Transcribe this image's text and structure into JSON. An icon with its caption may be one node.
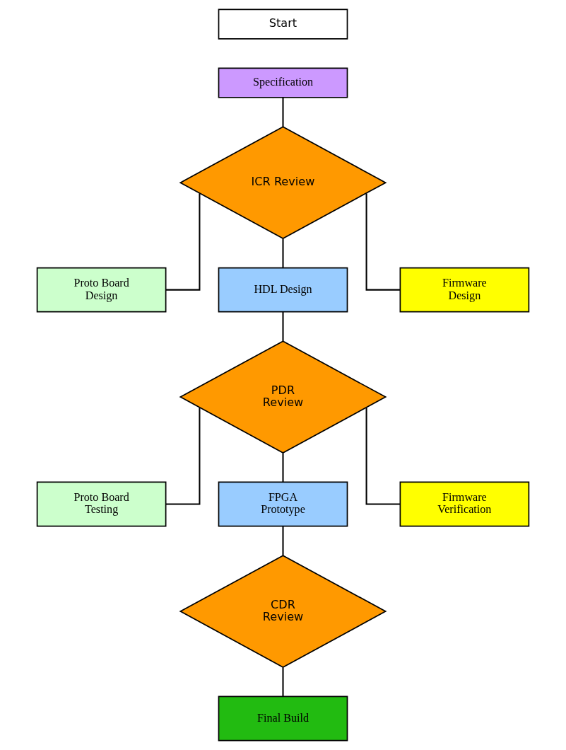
{
  "diagram": {
    "nodes": [
      {
        "text": [
          "Start"
        ]
      },
      {
        "text": [
          "Specification"
        ]
      },
      {
        "text": [
          "ICR Review"
        ]
      },
      {
        "text": [
          "Proto Board Design"
        ]
      },
      {
        "text": [
          "HDL Design"
        ]
      },
      {
        "text": [
          "Firmware Design"
        ]
      },
      {
        "text": [
          "PDR Review"
        ]
      },
      {
        "text": [
          "Proto Board Testing"
        ]
      },
      {
        "text": [
          "FPGA Prototype"
        ]
      },
      {
        "text": [
          "Firmware Verification"
        ]
      },
      {
        "text": [
          "CDR Review"
        ]
      },
      {
        "text": [
          "Final Build"
        ]
      }
    ],
    "edges": [
      {
        "from": 1,
        "to": 2,
        "arrow": "none"
      },
      {
        "from": 2,
        "to": 3,
        "arrow": "none"
      },
      {
        "from": 2,
        "to": 4,
        "arrow": "none"
      },
      {
        "from": 2,
        "to": 5,
        "arrow": "none"
      },
      {
        "from": 4,
        "to": 6,
        "arrow": "none"
      },
      {
        "from": 6,
        "to": 7,
        "arrow": "none"
      },
      {
        "from": 6,
        "to": 8,
        "arrow": "none"
      },
      {
        "from": 6,
        "to": 9,
        "arrow": "none"
      },
      {
        "from": 8,
        "to": 10,
        "arrow": "none"
      },
      {
        "from": 10,
        "to": 11,
        "arrow": "none"
      }
    ]
  }
}
